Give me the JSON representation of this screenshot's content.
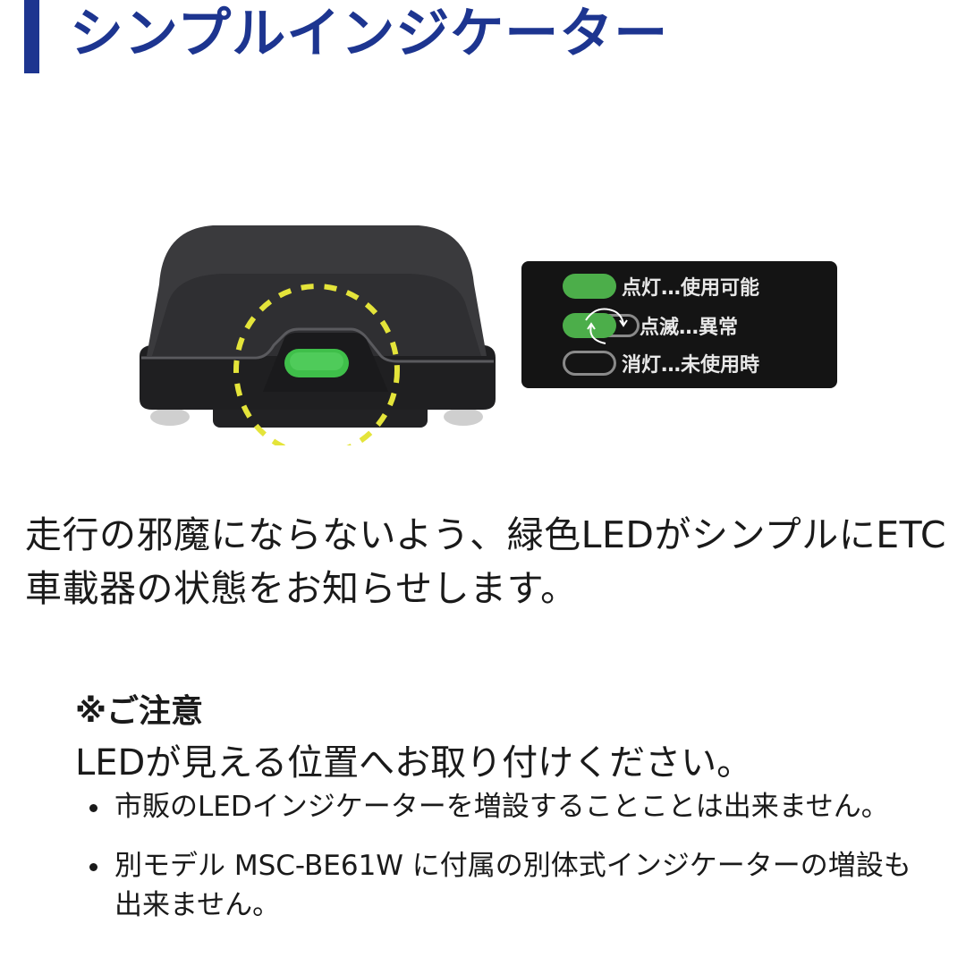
{
  "header": {
    "title": "シンプルインジケーター",
    "accent_color": "#1d3590"
  },
  "illustration": {
    "device_color": "#2b2b2d",
    "led_color": "#3fbf4a",
    "highlight_ring_color": "#e4e43a"
  },
  "legend": {
    "items": [
      {
        "state": "on",
        "label": "点灯…使用可能",
        "icon": "led-solid-green"
      },
      {
        "state": "blink",
        "label": "点滅…異常",
        "icon": "led-blinking"
      },
      {
        "state": "off",
        "label": "消灯…未使用時",
        "icon": "led-off-outline"
      }
    ],
    "on_color": "#4cae4a",
    "background": "#141414"
  },
  "description": "走行の邪魔にならないよう、緑色LEDがシンプルにETC車載器の状態をお知らせします。",
  "notice": {
    "heading": "※ご注意",
    "main": "LEDが見える位置へお取り付けください。",
    "bullets": [
      "市販のLEDインジケーターを増設することことは出来ません。",
      "別モデル MSC-BE61W に付属の別体式インジケーターの増設も出来ません。"
    ]
  }
}
